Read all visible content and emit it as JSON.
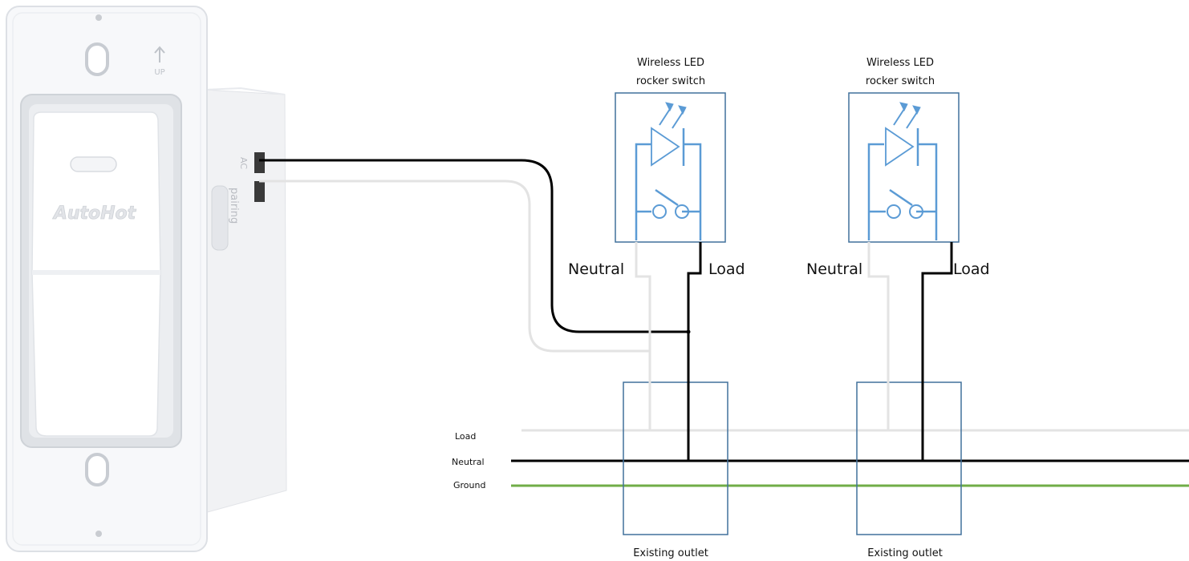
{
  "product": {
    "brand": "AutoHot",
    "up_marker": "UP",
    "side_labels": [
      "AC",
      "pairing"
    ]
  },
  "switches": [
    {
      "title_line1": "Wireless LED",
      "title_line2": "rocker switch",
      "neutral_label": "Neutral",
      "load_label": "Load"
    },
    {
      "title_line1": "Wireless LED",
      "title_line2": "rocker switch",
      "neutral_label": "Neutral",
      "load_label": "Load"
    }
  ],
  "outlets": [
    {
      "label": "Existing outlet"
    },
    {
      "label": "Existing outlet"
    }
  ],
  "bus": {
    "load_label": "Load",
    "neutral_label": "Neutral",
    "ground_label": "Ground"
  },
  "colors": {
    "load_wire": "#e3e3e3",
    "neutral_wire": "#000000",
    "ground_wire": "#70ad47",
    "box_outline": "#41719c",
    "symbol": "#5b9bd5"
  }
}
